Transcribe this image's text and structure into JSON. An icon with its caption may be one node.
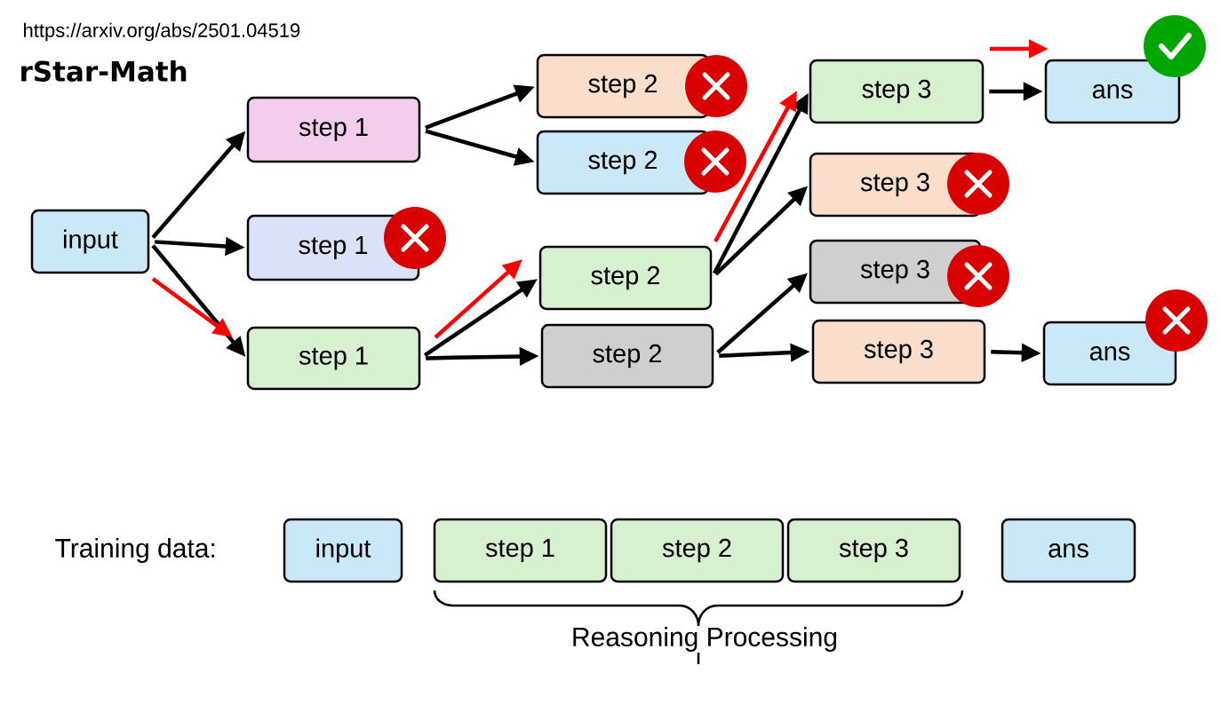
{
  "diagram": {
    "title": "rStar-Math",
    "nodes": [
      {
        "text": [
          "input"
        ]
      },
      {
        "text": [
          "step 1"
        ]
      },
      {
        "text": [
          "step 1"
        ]
      },
      {
        "text": [
          "step 1"
        ]
      },
      {
        "text": [
          "step 2"
        ]
      },
      {
        "text": [
          "step 2"
        ]
      },
      {
        "text": [
          "step 2"
        ]
      },
      {
        "text": [
          "step 2"
        ]
      },
      {
        "text": [
          "step 3"
        ]
      },
      {
        "text": [
          "step 3"
        ]
      },
      {
        "text": [
          "step 3"
        ]
      },
      {
        "text": [
          "step 3"
        ]
      },
      {
        "text": [
          "ans"
        ]
      },
      {
        "text": [
          "ans"
        ]
      },
      {
        "text": [
          "input"
        ]
      },
      {
        "text": [
          "step 1"
        ]
      },
      {
        "text": [
          "step 2"
        ]
      },
      {
        "text": [
          "step 3"
        ]
      },
      {
        "text": [
          "ans"
        ]
      }
    ],
    "edges": [
      {
        "from": 0,
        "to": 1,
        "arrow": "to"
      },
      {
        "from": 0,
        "to": 2,
        "arrow": "to"
      },
      {
        "from": 0,
        "to": 3,
        "arrow": "to"
      },
      {
        "from": 1,
        "to": 4,
        "arrow": "to"
      },
      {
        "from": 1,
        "to": 5,
        "arrow": "to"
      },
      {
        "from": 3,
        "to": 6,
        "arrow": "to"
      },
      {
        "from": 3,
        "to": 7,
        "arrow": "to"
      },
      {
        "from": 6,
        "to": 8,
        "arrow": "to"
      },
      {
        "from": 6,
        "to": 9,
        "arrow": "to"
      },
      {
        "from": 7,
        "to": 10,
        "arrow": "to"
      },
      {
        "from": 7,
        "to": 11,
        "arrow": "to"
      },
      {
        "from": 8,
        "to": 12,
        "arrow": "to"
      },
      {
        "from": 11,
        "to": 13,
        "arrow": "to"
      }
    ],
    "labels": [
      "https://arxiv.org/abs/2501.04519",
      "Training data:",
      "Reasoning Processing"
    ]
  }
}
